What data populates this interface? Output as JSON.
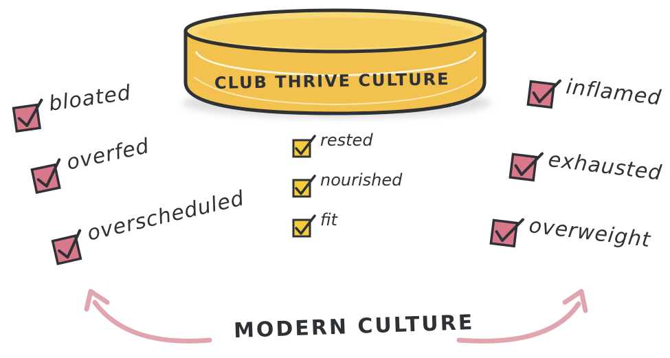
{
  "dish": {
    "title": "CLUB THRIVE CULTURE"
  },
  "center_items": [
    "rested",
    "nourished",
    "fit"
  ],
  "left_items": [
    "bloated",
    "overfed",
    "overscheduled"
  ],
  "right_items": [
    "inflamed",
    "exhausted",
    "overweight"
  ],
  "footer": {
    "label": "MODERN CULTURE"
  },
  "colors": {
    "ink": "#2e3236",
    "dish_fill": "#f2c14e",
    "dish_top": "#f8d977",
    "check_yellow": "#f6cc3c",
    "check_pink": "#d9788a",
    "arrow_pink": "#e0a5ae"
  },
  "icons": {
    "checkbox": "checked-box-icon",
    "arrow": "curved-arrow-icon",
    "dish": "petri-dish-icon"
  }
}
